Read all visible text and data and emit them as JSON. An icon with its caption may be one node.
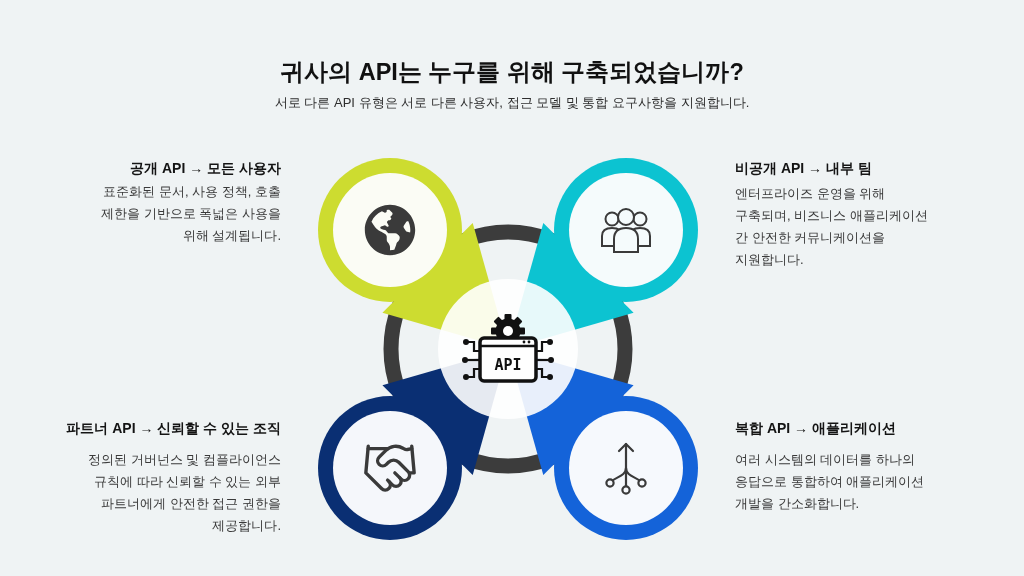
{
  "diagram": {
    "title": "귀사의 API는 누구를 위해 구축되었습니까?",
    "caption": "서로 다른 API 유형은 서로 다른 사용자, 접근 모델 및 통합 요구사항을 지원합니다.",
    "nodes": [
      {
        "text": [],
        "shape": "circle",
        "beside": [
          "공개 API → 모든 사용자",
          "표준화된 문서, 사용 정책, 호출 제한을 기반으로 폭넓은 사용을 위해 설계됩니다."
        ]
      },
      {
        "text": [],
        "shape": "circle",
        "beside": [
          "비공개 API → 내부 팀",
          "엔터프라이즈 운영을 위해 구축되며, 비즈니스 애플리케이션 간 안전한 커뮤니케이션을 지원합니다."
        ]
      },
      {
        "text": [
          "API"
        ]
      },
      {
        "text": [],
        "shape": "circle",
        "beside": [
          "파트너 API → 신뢰할 수 있는 조직",
          "정의된 거버넌스 및 컴플라이언스 규칙에 따라 신뢰할 수 있는 외부 파트너에게 안전한 접근 권한을 제공합니다."
        ]
      },
      {
        "text": [],
        "shape": "circle",
        "beside": [
          "복합 API → 애플리케이션",
          "여러 시스템의 데이터를 하나의 응답으로 통합하여 애플리케이션 개발을 간소화합니다."
        ]
      }
    ]
  }
}
